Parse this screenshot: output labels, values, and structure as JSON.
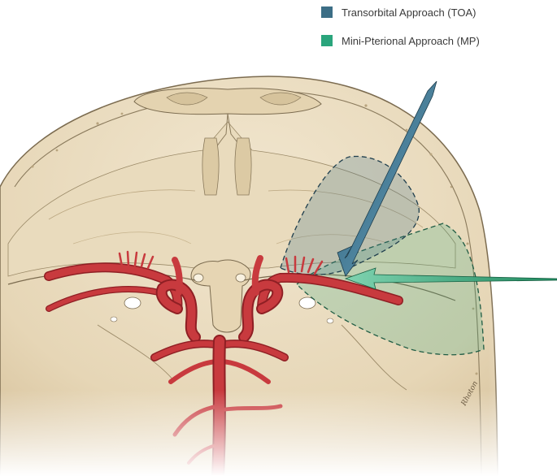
{
  "legend": {
    "items": [
      {
        "label": "Transorbital Approach (TOA)",
        "color": "#3c6e86",
        "icon": "blue-square-swatch"
      },
      {
        "label": "Mini-Pterional Approach (MP)",
        "color": "#2aa57c",
        "icon": "green-square-swatch"
      }
    ]
  },
  "colors": {
    "bone": "#ecdfc4",
    "bone_dark": "#d9c8a6",
    "bone_outline": "#8a7a5c",
    "artery": "#c83a3e",
    "artery_dark": "#8f1f24",
    "toa": "#3c6e86",
    "mp": "#2aa57c"
  },
  "signature": "Rhoton"
}
